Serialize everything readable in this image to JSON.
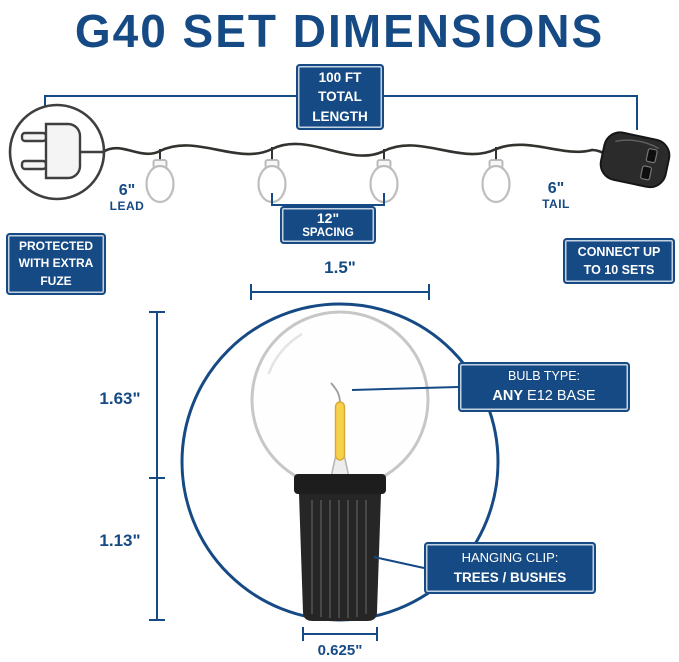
{
  "title": "G40 SET DIMENSIONS",
  "colors": {
    "accent": "#164a84",
    "wire": "#30332e",
    "filament": "#f6d14d",
    "socket_dark": "#262626"
  },
  "string_diagram": {
    "total_length": {
      "lines": [
        "100 FT",
        "TOTAL",
        "LENGTH"
      ]
    },
    "lead": {
      "value": "6\"",
      "label": "LEAD"
    },
    "spacing": {
      "value": "12\"",
      "label": "SPACING"
    },
    "tail": {
      "value": "6\"",
      "label": "TAIL"
    },
    "fuze_note": {
      "lines": [
        "PROTECTED",
        "WITH EXTRA",
        "FUZE"
      ]
    },
    "connect_note": {
      "lines": [
        "CONNECT UP",
        "TO 10 SETS"
      ]
    }
  },
  "bulb_diagram": {
    "dimensions": {
      "width": "1.5\"",
      "glass_height": "1.63\"",
      "base_height": "1.13\"",
      "base_width": "0.625\""
    },
    "bulb_type": {
      "label": "BULB TYPE:",
      "value_emphasis": "ANY",
      "value_rest": "E12 BASE"
    },
    "hanging_clip": {
      "label": "HANGING CLIP:",
      "value": "TREES / BUSHES"
    }
  }
}
